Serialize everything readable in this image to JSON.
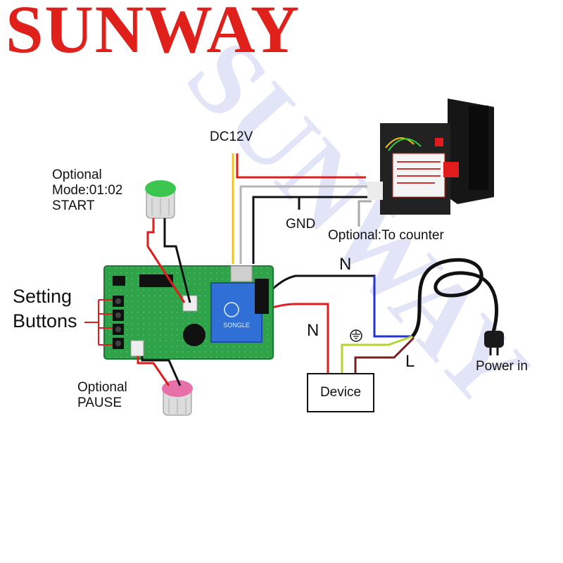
{
  "brand": {
    "logo_text": "SUNWAY",
    "watermark_text": "SUNWAY",
    "logo_color": "#e0201b",
    "watermark_color": "#9aa6e6"
  },
  "labels": {
    "dc12v": "DC12V",
    "gnd": "GND",
    "optional_counter": "Optional:To counter",
    "optional_start_line1": "Optional",
    "optional_start_line2": "Mode:01:02",
    "optional_start_line3": "START",
    "setting_line1": "Setting",
    "setting_line2": "Buttons",
    "n_top": "N",
    "n_left": "N",
    "l_label": "L",
    "power_in": "Power in",
    "device": "Device",
    "optional_pause_line1": "Optional",
    "optional_pause_line2": "PAUSE"
  },
  "components": {
    "relay_text": "SONGLE"
  },
  "wire_colors": {
    "dc_yellow": "#f0c419",
    "dc_red": "#e01c1c",
    "gnd_black": "#111111",
    "counter_gray": "#a9a9a9",
    "neutral_blue": "#2433d6",
    "earth_green": "#b6d432",
    "live_brown": "#7a1f1f"
  }
}
